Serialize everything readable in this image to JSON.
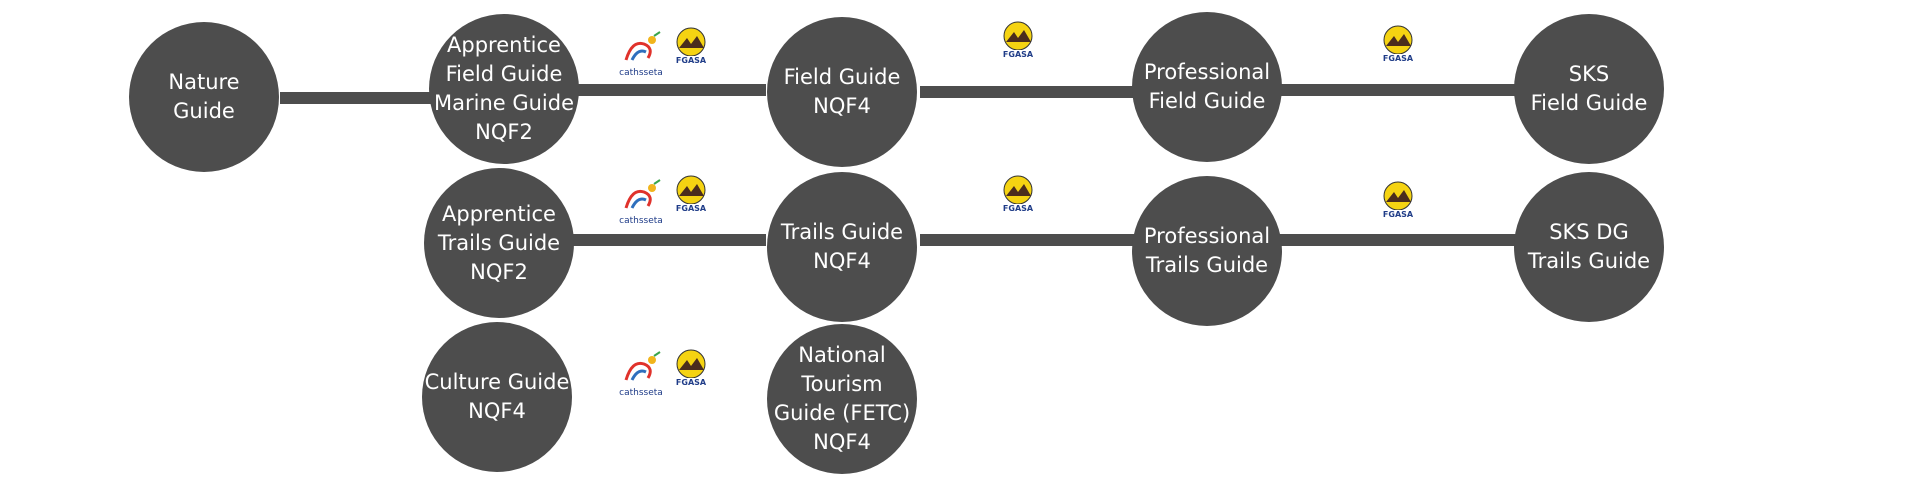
{
  "diagram": {
    "nodes": {
      "nature_guide": "Nature\nGuide",
      "apprentice_field_guide": "Apprentice\nField Guide\nMarine Guide\nNQF2",
      "field_guide": "Field Guide\nNQF4",
      "professional_field_guide": "Professional\nField Guide",
      "sks_field_guide": "SKS\nField Guide",
      "apprentice_trails_guide": "Apprentice\nTrails Guide\nNQF2",
      "trails_guide": "Trails Guide\nNQF4",
      "professional_trails_guide": "Professional\nTrails Guide",
      "sks_dg_trails_guide": "SKS DG\nTrails  Guide",
      "culture_guide": "Culture Guide\nNQF4",
      "national_tourism_guide": "National\nTourism\nGuide (FETC)\nNQF4"
    },
    "logos": {
      "cathsseta": "cathsseta",
      "fgasa": "FGASA"
    },
    "colors": {
      "node_fill": "#4d4d4d",
      "node_text": "#ffffff",
      "fgasa_sun": "#f5d312",
      "fgasa_text": "#1f3c88"
    }
  }
}
